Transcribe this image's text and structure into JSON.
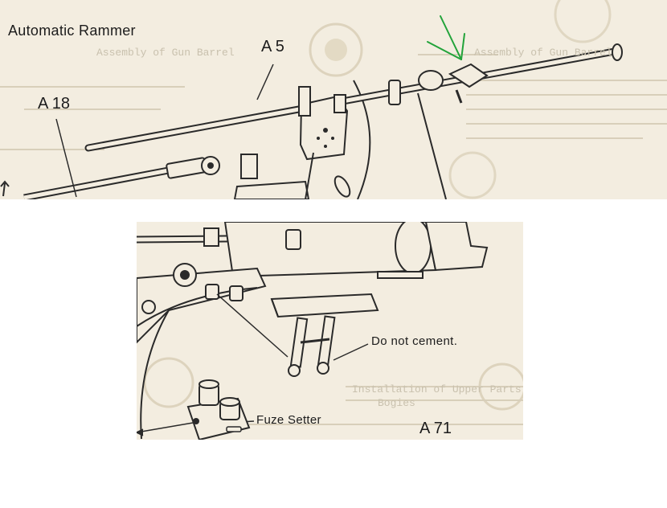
{
  "panel_top": {
    "title": "Automatic Rammer",
    "callouts": [
      "A 5",
      "A 18"
    ]
  },
  "panel_bottom": {
    "note": "Do not cement.",
    "part_label": "Fuze Setter",
    "callout": "A 71"
  },
  "annotation_color": "#22a33a"
}
